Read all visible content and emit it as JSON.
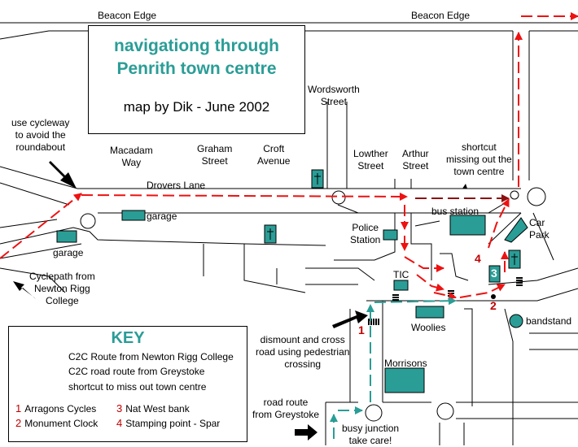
{
  "title": {
    "line1": "navigationg through",
    "line2": "Penrith town centre",
    "credit": "map by Dik - June 2002"
  },
  "streets": {
    "beacon_edge_left": "Beacon Edge",
    "beacon_edge_right": "Beacon Edge",
    "wordsworth": "Wordsworth\nStreet",
    "macadam": "Macadam\nWay",
    "graham": "Graham\nStreet",
    "croft": "Croft\nAvenue",
    "lowther": "Lowther\nStreet",
    "arthur": "Arthur\nStreet",
    "drovers": "Drovers Lane"
  },
  "places": {
    "garage_mid": "garage",
    "garage_left": "garage",
    "police": "Police\nStation",
    "bus_station": "bus station",
    "car_park": "Car\nPark",
    "tic": "TIC",
    "woolies": "Woolies",
    "morrisons": "Morrisons",
    "bandstand": "bandstand"
  },
  "notes": {
    "cycleway": "use cycleway\nto avoid the\nroundabout",
    "shortcut": "shortcut\nmissing out the\ntown centre",
    "cyclepath": "Cyclepath from\nNewton Rigg\nCollege",
    "dismount": "dismount and cross\nroad using pedestrian\ncrossing",
    "road_route": "road route\nfrom Greystoke",
    "busy": "busy junction\ntake care!"
  },
  "key": {
    "title": "KEY",
    "routes": [
      {
        "label": "C2C Route from Newton Rigg College",
        "color": "#ee1111"
      },
      {
        "label": "C2C road route from Greystoke",
        "color": "#2a9d96"
      },
      {
        "label": "shortcut to miss out town centre",
        "color": "#8b1010"
      }
    ],
    "numbered": [
      {
        "num": "1",
        "label": "Arragons Cycles"
      },
      {
        "num": "2",
        "label": "Monument Clock"
      },
      {
        "num": "3",
        "label": "Nat West bank"
      },
      {
        "num": "4",
        "label": "Stamping point - Spar"
      }
    ]
  },
  "markers": {
    "m1": "1",
    "m2": "2",
    "m3": "3",
    "m4": "4"
  },
  "colors": {
    "c2c_red": "#ee1111",
    "greystoke_teal": "#2a9d96",
    "shortcut_maroon": "#8b1010",
    "building": "#2a9d96",
    "number": "#c00000"
  }
}
